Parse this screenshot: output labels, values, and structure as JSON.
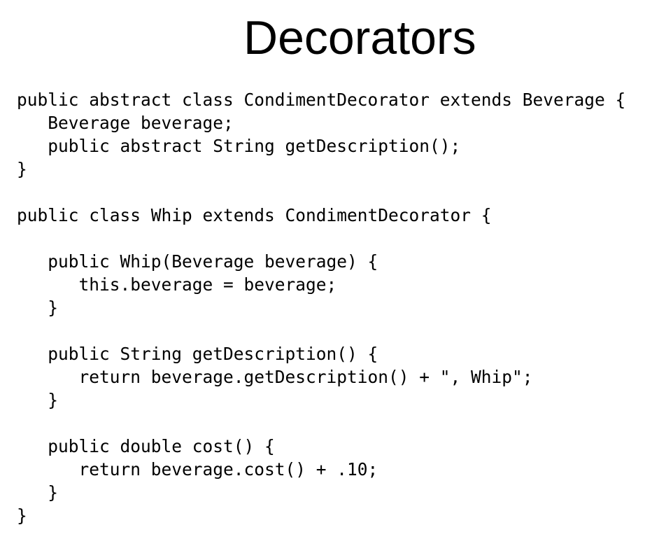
{
  "slide": {
    "title": "Decorators"
  },
  "code": {
    "lines": [
      "public abstract class CondimentDecorator extends Beverage {",
      "   Beverage beverage;",
      "   public abstract String getDescription();",
      "}",
      "",
      "public class Whip extends CondimentDecorator {",
      "",
      "   public Whip(Beverage beverage) {",
      "      this.beverage = beverage;",
      "   }",
      "",
      "   public String getDescription() {",
      "      return beverage.getDescription() + \", Whip\";",
      "   }",
      "",
      "   public double cost() {",
      "      return beverage.cost() + .10;",
      "   }",
      "}"
    ]
  }
}
